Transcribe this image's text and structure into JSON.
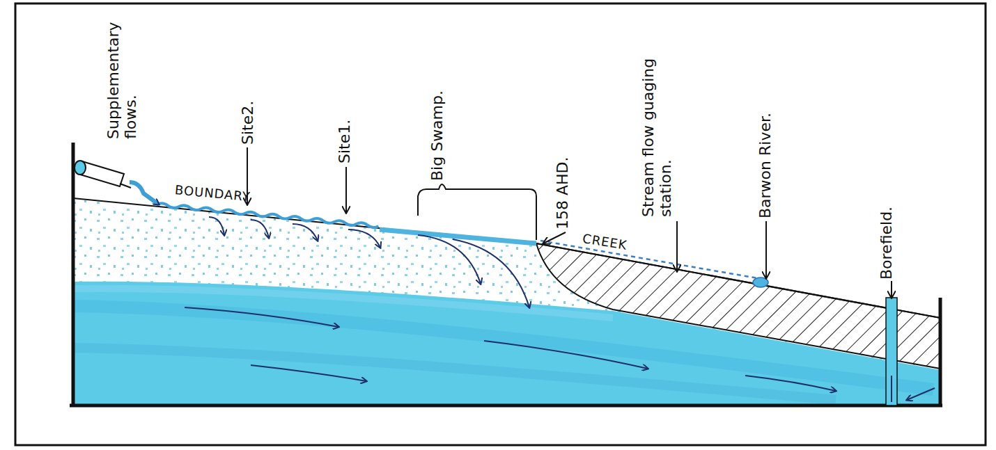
{
  "diagram": {
    "labels": [
      "Supplementary flows.",
      "Site2.",
      "Site1.",
      "Big Swamp.",
      "158 AHD.",
      "Stream flow guaging station.",
      "Barwon River.",
      "Borefield.",
      "BOUNDARY",
      "CREEK"
    ]
  }
}
